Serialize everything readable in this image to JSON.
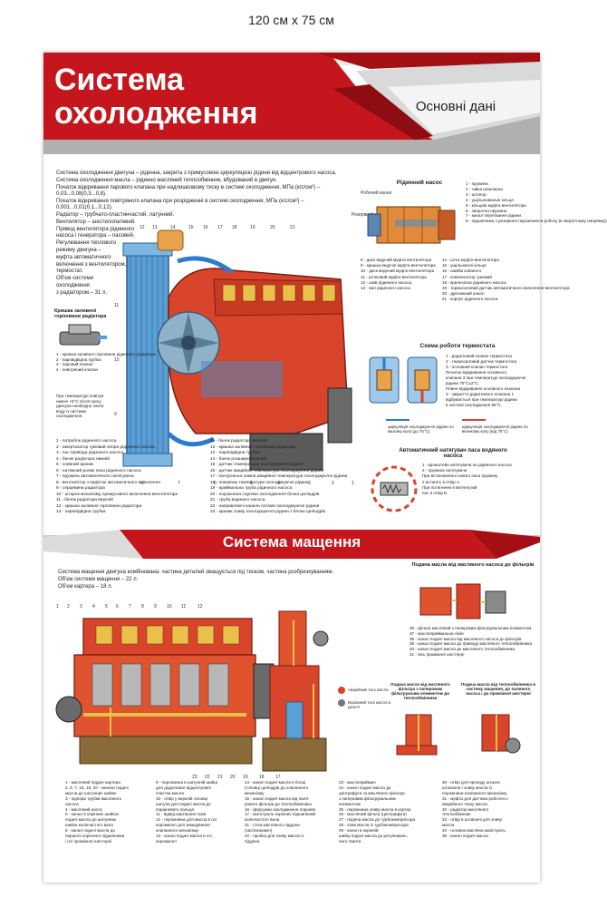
{
  "size_label": "120 см х 75 см",
  "header": {
    "title_line1": "Система",
    "title_line2": "охолодження",
    "subtitle": "Основні дані"
  },
  "cooling": {
    "intro": [
      "Система охолодження двигуна – рідинна, закрита з примусовою циркуляцією рідини від відцентрового насоса.",
      "Система охолодження масла – рідинно масляний теплообмінник, вбудований в двигун.",
      "Початок відкривання парового клапана при надлишковому тиску в системі охолодження, МПа (кгс/см²) – 0,03...0,08(0,3...0,8).",
      "Початок відкривання повітряного клапана при розрідженні в системі охолодження, МПа (кгс/см²) – 0,001...0,01(0,1...0,12).",
      "Радіатор – трубчато-пластинчастий, латунний.",
      "Вентилятор – шестилопатевий.",
      "Привод вентилятора рідинного",
      "насоса і генератора – пасовий.",
      "Регулювання теплового",
      "режиму двигуна –",
      "муфта автоматичного",
      "включення з вентилятором,",
      "термостат.",
      "Об'єм системи",
      "охолодження",
      "з радіатором – 31 л."
    ],
    "cap_label": "Кришка заливної горловини радіатора",
    "cap_items": [
      "1 - кришка заливної горловини рідинного радіатора",
      "2 - паровідвідна трубка",
      "3 - паровий клапан",
      "4 - повітряний клапан"
    ],
    "temp_note": [
      "При температурі повітря",
      "нижче +5°С після пуску",
      "двигуна необхідно злити",
      "воду із системи",
      "охолодження."
    ],
    "pump_label": "Рідинний насос",
    "pump_small": [
      "Робочий канал",
      "Резервний канал"
    ],
    "pump_items": [
      "1 - пружина",
      "2 - гайка шпилерна",
      "3 - штопор",
      "4 - ущільнювальні кільця",
      "5 - кільцеві муфти вентилятора",
      "6 - зворотна пружина",
      "7 - канал перетікання рідини",
      "8 - підшипника з резервної порожнини в робочу (в зворотному напрямку)"
    ],
    "pump_items_left": [
      "8 - диск ведучий муфти вентилятора",
      "9 - кришка ведучої муфти вентилятора",
      "10 - диск ведений муфти вентилятора",
      "11 - штоковий муфти вентилятора",
      "12 - шків рідинного насоса",
      "13 - вал рідинного насоса"
    ],
    "pump_items_right": [
      "14 - шток муфти вентилятора",
      "15 - ущільнюючі кільця",
      "16 - шайба кованого",
      "17 - компенсатор гумовий",
      "18 - крильчатка рідинного насоса",
      "19 - термосиловий датчик автоматичного включення вентилятора",
      "20 - дренажний канал",
      "21 - корпус рідинного насоса"
    ],
    "thermo_label": "Схема роботи термостата",
    "thermo_items": [
      "1 - додатковий клапан термостата",
      "2 - термосиловий датчик термостата",
      "3 - основний клапан термостата",
      "Початок відкривання основного",
      "клапана 3 при температурі охолоджуючої",
      "рідини 70°С±2°С.",
      "Повне відкривання основного клапана",
      "3 - закриття додаткового клапана 1",
      "відбувається при температурі рідини",
      "в системі охолодження 85°С."
    ],
    "circ_small": "циркуляція охолоджуючої рідини по малому колу (до 70°С)",
    "circ_large": "циркуляція охолоджуючої рідини по великому колу (від 70°С)",
    "tensioner_label": "Автоматичний натягувач паса водяного насоса",
    "tensioner_items": [
      "1 - кронштейн натягувача на рідинного насоса",
      "2 - пружина натягувача",
      "При встановленні нового паса пружину",
      "2 встаніть в отвір А.",
      "При потягненні в витягнутий",
      "пас в отвір Б."
    ],
    "parts_left": [
      "1 - патрубок рідинного насоса",
      "2 - амортизатор гумовий опори рідинного насоса",
      "3 - пас привода рідинного насоса",
      "4 - бачок радіатора нижній",
      "5 - зливний краник",
      "6 - натяжний ролик паса рідинного насоса",
      "7 - пружина автоматичного натягувача",
      "8 - вентилятор з муфтою автоматичного включення",
      "9 - серцевина радіатора",
      "10 - шторок механізму примусового включення вентилятора",
      "11 - бачок радіатора верхній",
      "12 - кришка заливної горловини радіатора",
      "13 - паровідвідна трубка"
    ],
    "parts_right": [
      "11 - бачок радіатора верхній",
      "12 - кришка заливної горловини радіатора",
      "13 - паровідвідна трубка",
      "14 - бачок розширювальний",
      "15 - датчик температури охолоджуючої рідини",
      "16 - датчик аварійної температури охолоджуючої рідини",
      "17 - контрольна лампа аварійної температури охолоджуючої рідини",
      "18 - покажчик температури охолоджуючої рідини",
      "19 - приймальна труба рідинного насоса",
      "20 - порожнина сорочки охолодження блока циліндрів",
      "21 - труба водяного насоса",
      "22 - направляючі канали потоків охолоджуючої рідини",
      "23 - краник зливу охолоджуючої рідини з блока циліндрів"
    ]
  },
  "lubrication": {
    "title": "Система мащення",
    "intro": [
      "Система мащення двигуна комбінована: частина деталей змащується під тиском, частина розбризкуванням.",
      "Об'єм системи мащення – 22 л.",
      "Об'єм картера – 18 л."
    ],
    "filter_label": "Подача масла від масляного насоса до фільтрів",
    "filter_items": [
      "36 - фільтр масляний з паперовим фільтрувальним елементом",
      "37 - маслоприймальна лінія",
      "38 - канал подачі масла від масляного насоса до фільтрів",
      "39 - канал подачі масла до приводу масляного теплообмінника",
      "40 - канал подачі масла до масляного теплообмінника",
      "41 - вісь проміжної шестерні"
    ],
    "legend_pressure": "Аварійний тиск масла",
    "legend_level": "Вказівний тиск масла в дизелі",
    "panel_a_label": "Подача масла від масляного фільтра з паперовим фільтруючим елементом до теплообмінника",
    "panel_b_label": "Подача масла від теплообмінника в систему мащення, до палевого насоса і до проміжної шестерні",
    "bottom_col1": [
      "1 - масляний піддон картера",
      "2, 5, 7, 18, 19, 20 - канали подачі",
      "масла до шатунних шийок",
      "3 - підпора трубки масляного",
      "насоса",
      "4 - масляний насос",
      "6 - канал в корінних шийках",
      "подачі масла до шатунних",
      "шийок колінчастого вала",
      "8 - канал подачі масла до",
      "першого корінного підшипника",
      "і осі проміжної шестерні"
    ],
    "bottom_col2": [
      "9 - порожнина в шатунній шийці",
      "для додаткової відцентрової",
      "очистки масла",
      "10 - отвір у верхній головці",
      "шатуна для подачі масла до",
      "поршневого пальця",
      "11 - відвід картерних газів",
      "12 - порожнина для масла в осі",
      "коромисел для змащування",
      "клапанного механізму",
      "13 - канал подачі масла в осі",
      "коромисел"
    ],
    "bottom_col3": [
      "14 - канал подачі масла в блоці",
      "(головці циліндрів до клапанного",
      "механізму",
      "15 - канал подачі масла від паля-",
      "рового фільтра до теплообмінника",
      "16 - форсунки охолодження поршнів",
      "17 - магістраль корінних підшипників",
      "колінчастого вала",
      "21 - сітка масляного піддона",
      "(заспокоювач)",
      "22 - пробка для зливу масла із",
      "піддона"
    ],
    "bottom_col4": [
      "23 - маслоприймач",
      "24 - канал подачі масла до",
      "центрифуги та масляного фільтра",
      "з паперовим фільтрувальним",
      "елементом",
      "25 - порожнина зливу масла в картер",
      "26 - масляний фільтр (центрифуга)",
      "27 - подача масла до турбокомпресора",
      "28 - злив масла із турбокомпресора",
      "29 - канал в корінній",
      "шийці подачі масла до регулюваль-",
      "ного гвинта"
    ],
    "bottom_col5": [
      "30 - отвір для проходу штанги",
      "штовхача і зливу масла із",
      "порожнини клапанного механізму",
      "31 - муфта для датчика робочого і",
      "аварійного тиску масла",
      "32 - радіатор масляного",
      "теплообмінник",
      "33 - отвір в штовхачі для зливу",
      "масла",
      "34 - головна масляна магістраль",
      "35 - канал подачі масла"
    ]
  }
}
